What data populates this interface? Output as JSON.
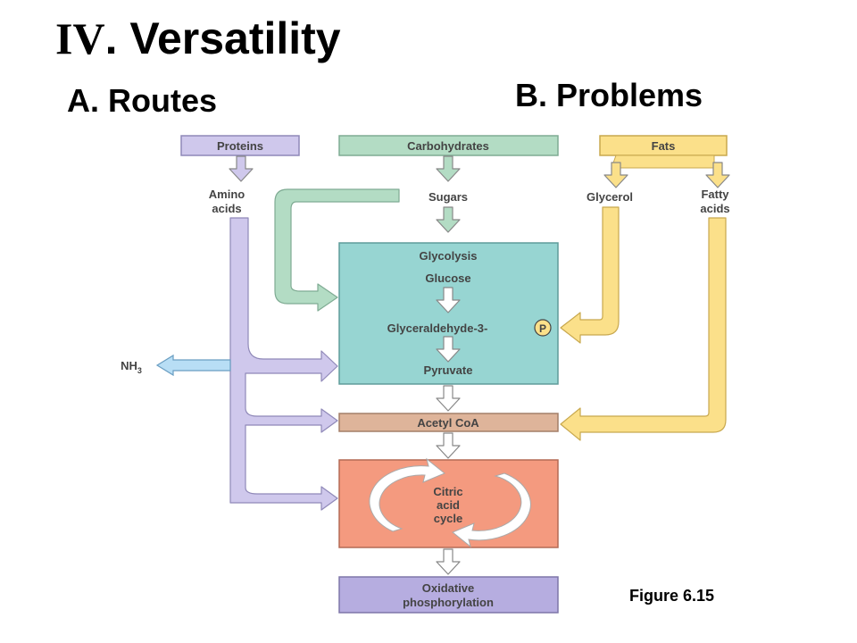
{
  "header": {
    "title_numeral": "IV",
    "title_text": ". Versatility",
    "routes": "A. Routes",
    "problems": "B. Problems"
  },
  "diagram": {
    "proteins": "Proteins",
    "carbohydrates": "Carbohydrates",
    "fats": "Fats",
    "amino_1": "Amino",
    "amino_2": "acids",
    "sugars": "Sugars",
    "glycerol": "Glycerol",
    "fatty_1": "Fatty",
    "fatty_2": "acids",
    "glycolysis": "Glycolysis",
    "glucose": "Glucose",
    "g3p": "Glyceraldehyde-3-",
    "phosphate": "P",
    "pyruvate": "Pyruvate",
    "nh3_main": "NH",
    "nh3_sub": "3",
    "acetyl": "Acetyl CoA",
    "citric_1": "Citric",
    "citric_2": "acid",
    "citric_3": "cycle",
    "oxphos_1": "Oxidative",
    "oxphos_2": "phosphorylation"
  },
  "colors": {
    "protein": "#cfc8ec",
    "carb": "#b3dcc4",
    "fat": "#fbe08a",
    "glycolysis": "#97d5d2",
    "acetyl": "#deb49a",
    "citric": "#f49a7f",
    "oxphos": "#b6ade0",
    "nh3": "#b8def5"
  },
  "figure_label": "Figure 6.15"
}
